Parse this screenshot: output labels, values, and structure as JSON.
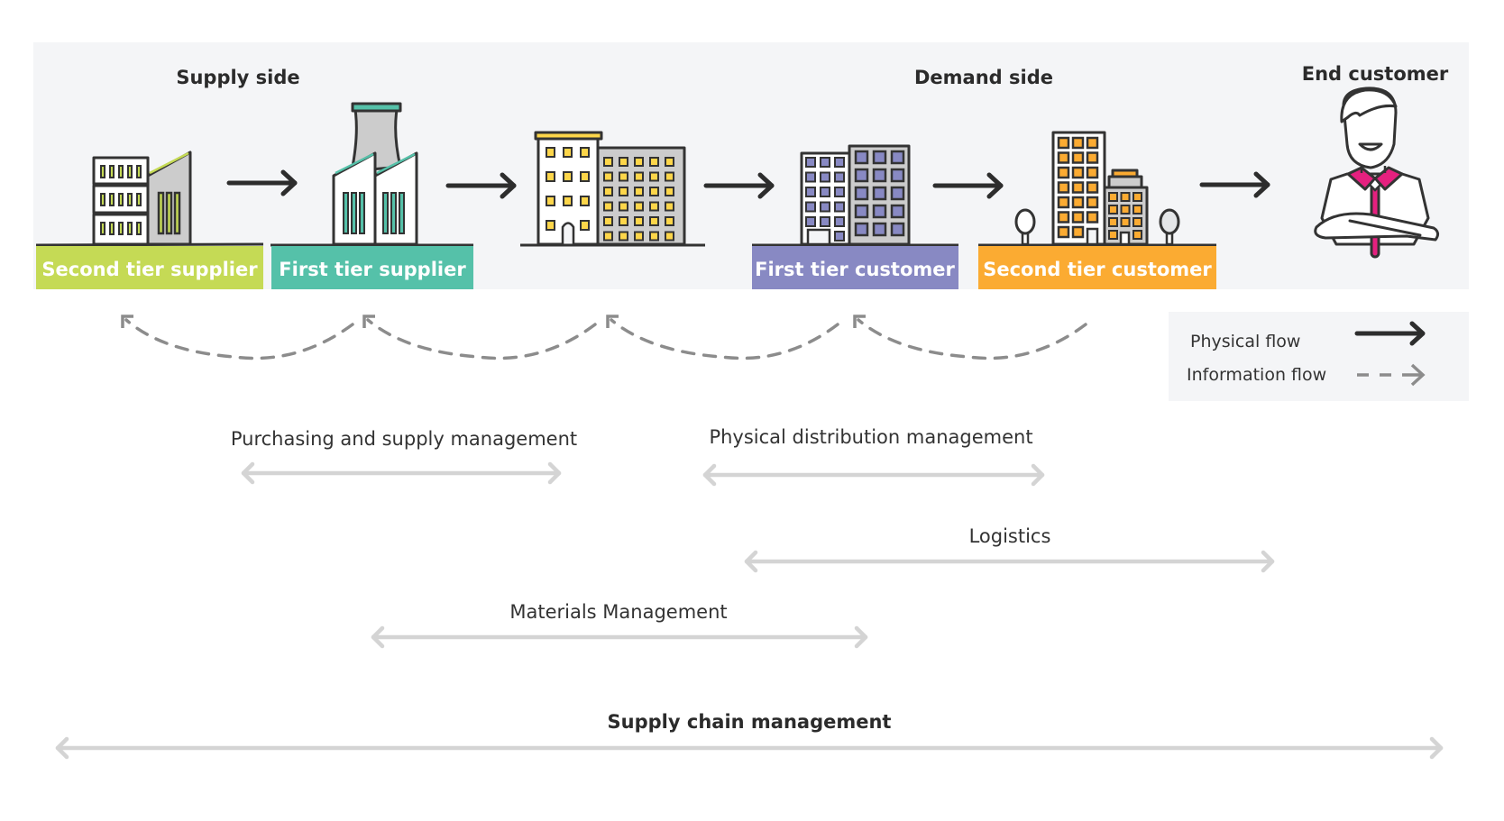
{
  "headers": {
    "supply_side": "Supply side",
    "demand_side": "Demand side",
    "end_customer": "End customer"
  },
  "nodes": [
    {
      "id": "second-tier-supplier",
      "label": "Second tier supplier",
      "color": "#c5da55",
      "window_color": "#c5da55"
    },
    {
      "id": "first-tier-supplier",
      "label": "First tier supplier",
      "color": "#55c1a9",
      "window_color": "#55c1a9"
    },
    {
      "id": "manufacturer",
      "label": "",
      "color": "",
      "window_color": "#fdd64a"
    },
    {
      "id": "first-tier-customer",
      "label": "First tier customer",
      "color": "#8889c3",
      "window_color": "#8889c3"
    },
    {
      "id": "second-tier-customer",
      "label": "Second tier customer",
      "color": "#fbab32",
      "window_color": "#fbab32"
    },
    {
      "id": "end-customer",
      "label": "End customer",
      "color": "",
      "accent": "#e5207f"
    }
  ],
  "legend": {
    "physical_flow": "Physical flow",
    "information_flow": "Information flow"
  },
  "ranges": {
    "purchasing": "Purchasing and supply management",
    "physical_distribution": "Physical distribution management",
    "logistics": "Logistics",
    "materials": "Materials Management",
    "supply_chain": "Supply chain management"
  },
  "colors": {
    "panel_bg": "#f4f5f7",
    "outline": "#333333",
    "building_gray": "#cccccc",
    "physical_arrow": "#2d2d2d",
    "information_arrow": "#8c8c8c",
    "range_arrow": "#d4d4d4"
  }
}
